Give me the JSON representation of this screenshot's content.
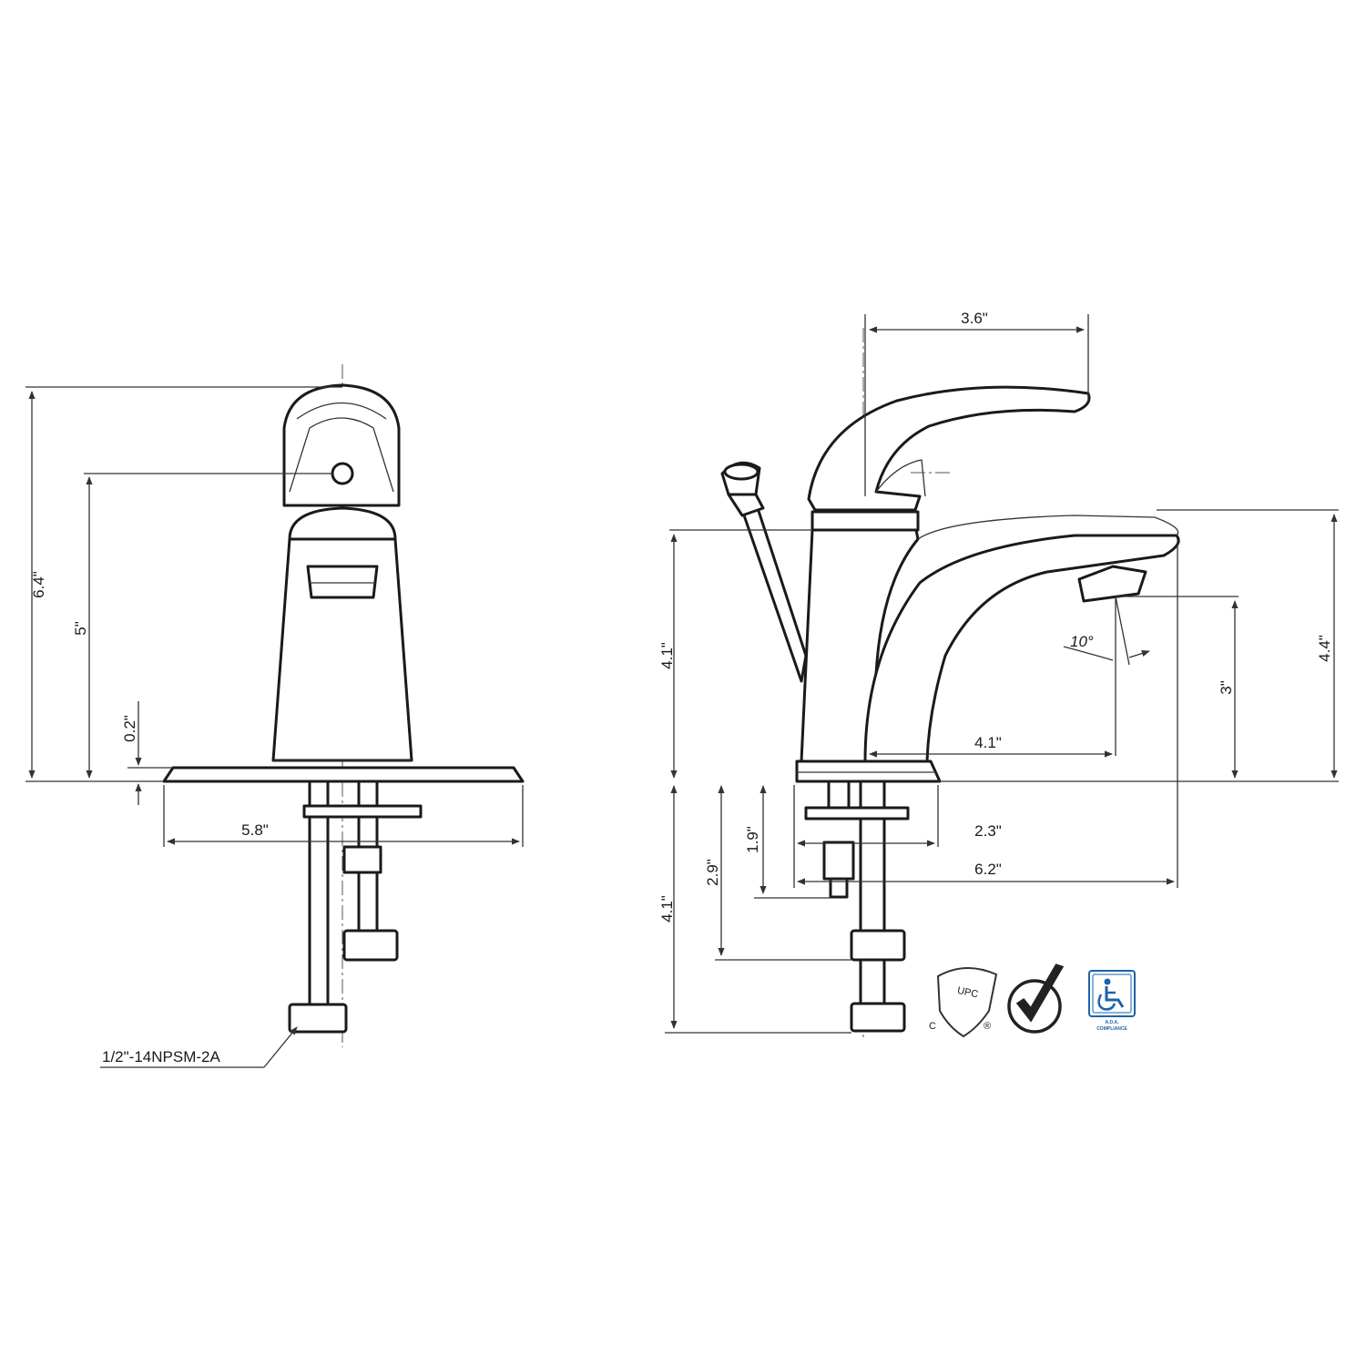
{
  "front_view": {
    "height_total": "6.4\"",
    "height_handle": "5\"",
    "deck_thickness": "0.2\"",
    "plate_width": "5.8\"",
    "thread_spec": "1/2\"-14NPSM-2A"
  },
  "side_view": {
    "handle_reach": "3.6\"",
    "spout_height": "4.4\"",
    "body_height": "4.1\"",
    "aerator_height": "3\"",
    "spout_angle": "10°",
    "spout_reach": "4.1\"",
    "shank_offset": "2.3\"",
    "overall_depth": "6.2\"",
    "shank_length_1": "1.9\"",
    "shank_length_2": "2.9\"",
    "below_deck_total": "4.1\""
  },
  "certifications": {
    "upc_text": "UPC",
    "upc_c": "C",
    "upc_r": "®",
    "ada_line1": "A.D.A.",
    "ada_line2": "COMPLIANCE",
    "ada_color": "#1d63a8"
  }
}
